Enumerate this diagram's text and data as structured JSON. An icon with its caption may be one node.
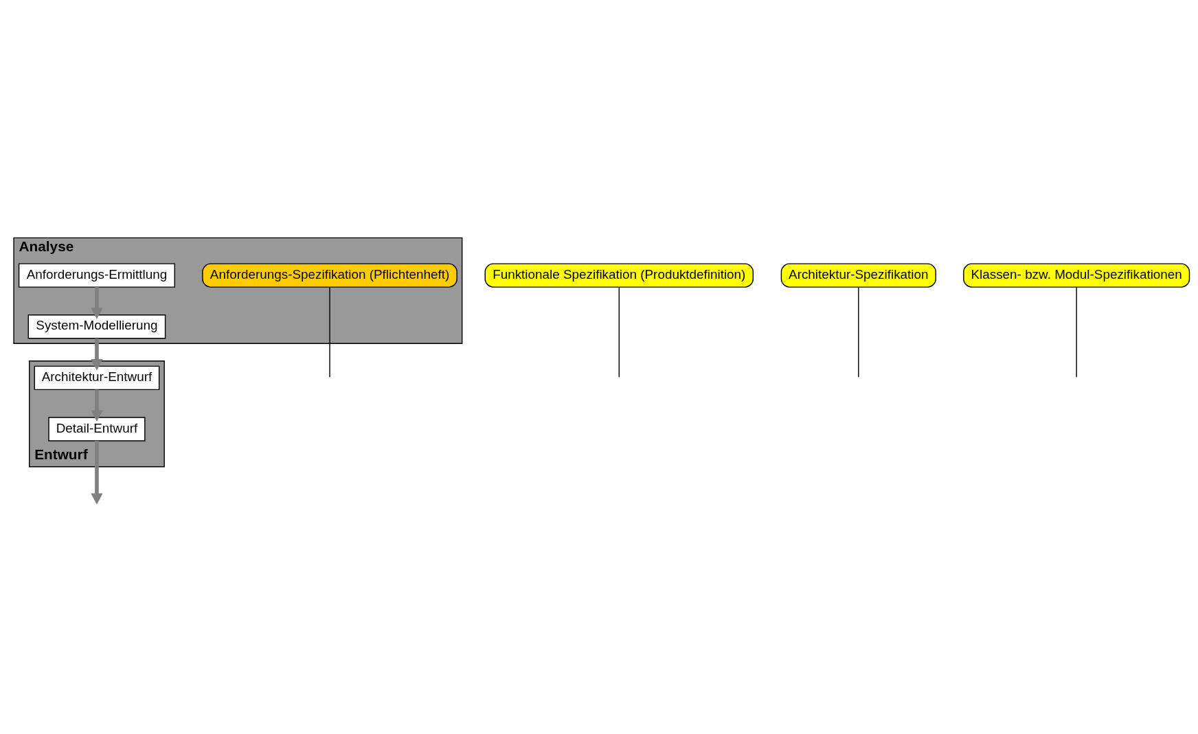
{
  "diagram": {
    "nodes": [
      {
        "text": [
          "Analyse"
        ]
      },
      {
        "text": [
          "Anforderungs-Ermittlung"
        ],
        "in": 0
      },
      {
        "text": [
          "Anforderungs-Spezifikation (Pflichtenheft)"
        ],
        "in": 0
      },
      {
        "text": [
          "System-Modellierung"
        ],
        "in": 0
      },
      {
        "text": [
          "Funktionale Spezifikation (Produktdefinition)"
        ]
      },
      {
        "text": [
          "Architektur-Spezifikation"
        ]
      },
      {
        "text": [
          "Entwurf"
        ]
      },
      {
        "text": [
          "Architektur-Entwurf"
        ],
        "in": 6
      },
      {
        "text": [
          "Detail-Entwurf"
        ],
        "in": 6
      },
      {
        "text": [
          "Klassen- bzw. Modul-Spezifikationen"
        ]
      }
    ],
    "edges": [
      {
        "from": 1,
        "to": 3,
        "arrow": "to",
        "style": "thick",
        "color": "#808080"
      },
      {
        "from": 2,
        "to": null,
        "arrow": "none",
        "color": "#000000"
      },
      {
        "from": 3,
        "to": 7,
        "arrow": "to",
        "style": "thick",
        "color": "#808080"
      },
      {
        "from": 4,
        "to": null,
        "arrow": "none",
        "color": "#000000"
      },
      {
        "from": 7,
        "to": 8,
        "arrow": "to",
        "style": "thick",
        "color": "#808080"
      },
      {
        "from": 5,
        "to": null,
        "arrow": "none",
        "color": "#000000"
      },
      {
        "from": 8,
        "to": null,
        "arrow": "to",
        "style": "thick",
        "color": "#808080"
      },
      {
        "from": 9,
        "to": null,
        "arrow": "none",
        "color": "#000000"
      }
    ]
  }
}
